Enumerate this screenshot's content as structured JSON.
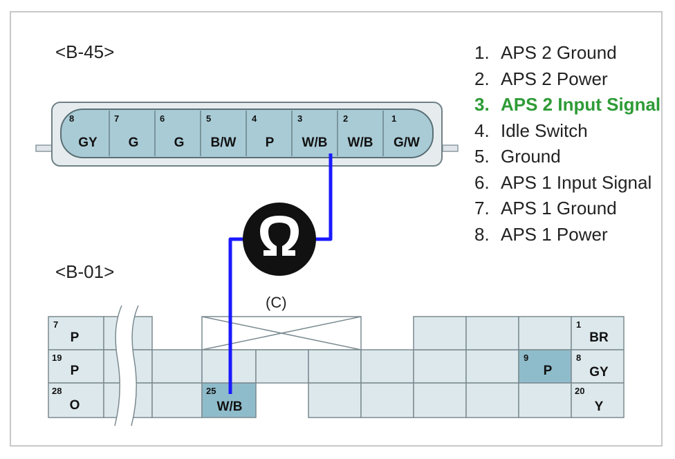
{
  "connectors": {
    "b45_label": "<B-45>",
    "b01_label": "<B-01>",
    "measure_label": "(C)"
  },
  "b45_pins": [
    {
      "num": "8",
      "code": "GY"
    },
    {
      "num": "7",
      "code": "G"
    },
    {
      "num": "6",
      "code": "G"
    },
    {
      "num": "5",
      "code": "B/W"
    },
    {
      "num": "4",
      "code": "P"
    },
    {
      "num": "3",
      "code": "W/B"
    },
    {
      "num": "2",
      "code": "W/B"
    },
    {
      "num": "1",
      "code": "G/W"
    }
  ],
  "b01_pins": [
    {
      "num": "7",
      "code": "P"
    },
    {
      "num": "19",
      "code": "P"
    },
    {
      "num": "28",
      "code": "O"
    },
    {
      "num": "25",
      "code": "W/B"
    },
    {
      "num": "9",
      "code": "P"
    },
    {
      "num": "1",
      "code": "BR"
    },
    {
      "num": "8",
      "code": "GY"
    },
    {
      "num": "20",
      "code": "Y"
    }
  ],
  "legend": [
    {
      "num": "1.",
      "text": "APS 2 Ground",
      "highlight": false
    },
    {
      "num": "2.",
      "text": "APS 2 Power",
      "highlight": false
    },
    {
      "num": "3.",
      "text": "APS 2 Input Signal",
      "highlight": true
    },
    {
      "num": "4.",
      "text": "Idle Switch",
      "highlight": false
    },
    {
      "num": "5.",
      "text": "Ground",
      "highlight": false
    },
    {
      "num": "6.",
      "text": "APS 1 Input Signal",
      "highlight": false
    },
    {
      "num": "7.",
      "text": "APS 1 Ground",
      "highlight": false
    },
    {
      "num": "8.",
      "text": "APS 1 Power",
      "highlight": false
    }
  ],
  "meter_icon": "ohm-meter-icon",
  "colors": {
    "probe_wire": "#1a1aff",
    "highlight_text": "#2e9b36",
    "pin_fill": "#a9cbd6",
    "pin_highlight": "#8fbccb"
  }
}
